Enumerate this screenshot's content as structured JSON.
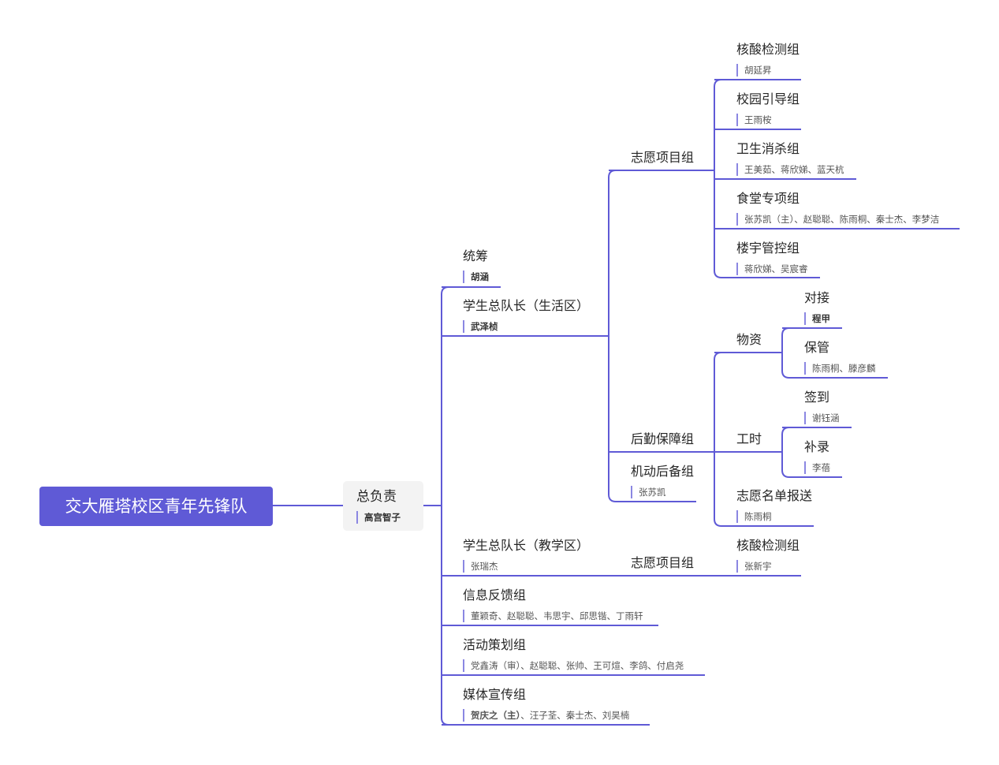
{
  "root": {
    "label": "交大雁塔校区青年先锋队"
  },
  "lead": {
    "label": "总负责",
    "note": "高宫智子"
  },
  "nodes": {
    "tongchou": {
      "label": "统筹",
      "note": "胡涵"
    },
    "living": {
      "label": "学生总队长（生活区）",
      "note": "武泽桢"
    },
    "zyxmz1": {
      "label": "志愿项目组"
    },
    "hesuan1": {
      "label": "核酸检测组",
      "note": "胡延昇"
    },
    "xiaoyuan": {
      "label": "校园引导组",
      "note": "王雨桉"
    },
    "weisheng": {
      "label": "卫生消杀组",
      "note": "王美茹、蒋欣娣、蓝天杭"
    },
    "shitang": {
      "label": "食堂专项组",
      "note": "张苏凯（主）、赵聪聪、陈雨桐、秦士杰、李梦洁"
    },
    "louyu": {
      "label": "楼宇管控组",
      "note": "蒋欣娣、吴宸睿"
    },
    "houqin": {
      "label": "后勤保障组"
    },
    "wuzi": {
      "label": "物资"
    },
    "duijie": {
      "label": "对接",
      "note": "程甲"
    },
    "baoguan": {
      "label": "保管",
      "note": "陈雨桐、滕彦麟"
    },
    "gongshi": {
      "label": "工时"
    },
    "qiandao": {
      "label": "签到",
      "note": "谢钰涵"
    },
    "bulu": {
      "label": "补录",
      "note": "李蓓"
    },
    "mingdan": {
      "label": "志愿名单报送",
      "note": "陈雨桐"
    },
    "jidong": {
      "label": "机动后备组",
      "note": "张苏凯"
    },
    "teaching": {
      "label": "学生总队长（教学区）",
      "note": "张瑞杰"
    },
    "zyxmz2": {
      "label": "志愿项目组"
    },
    "hesuan2": {
      "label": "核酸检测组",
      "note": "张新宇"
    },
    "xinxi": {
      "label": "信息反馈组",
      "note": "董颖奇、赵聪聪、韦思宇、邱思锴、丁雨轩"
    },
    "huodong": {
      "label": "活动策划组",
      "note": "党鑫涛（审）、赵聪聪、张帅、王可煊、李鸽、付启尧"
    },
    "meiti": {
      "label": "媒体宣传组",
      "note_bold": "贺庆之（主）",
      "note_rest": "、汪子荃、秦士杰、刘昊楠"
    }
  },
  "colors": {
    "accent": "#5f5ad6",
    "line": "#5f5ad6",
    "note_bar": "#8b87e2"
  }
}
